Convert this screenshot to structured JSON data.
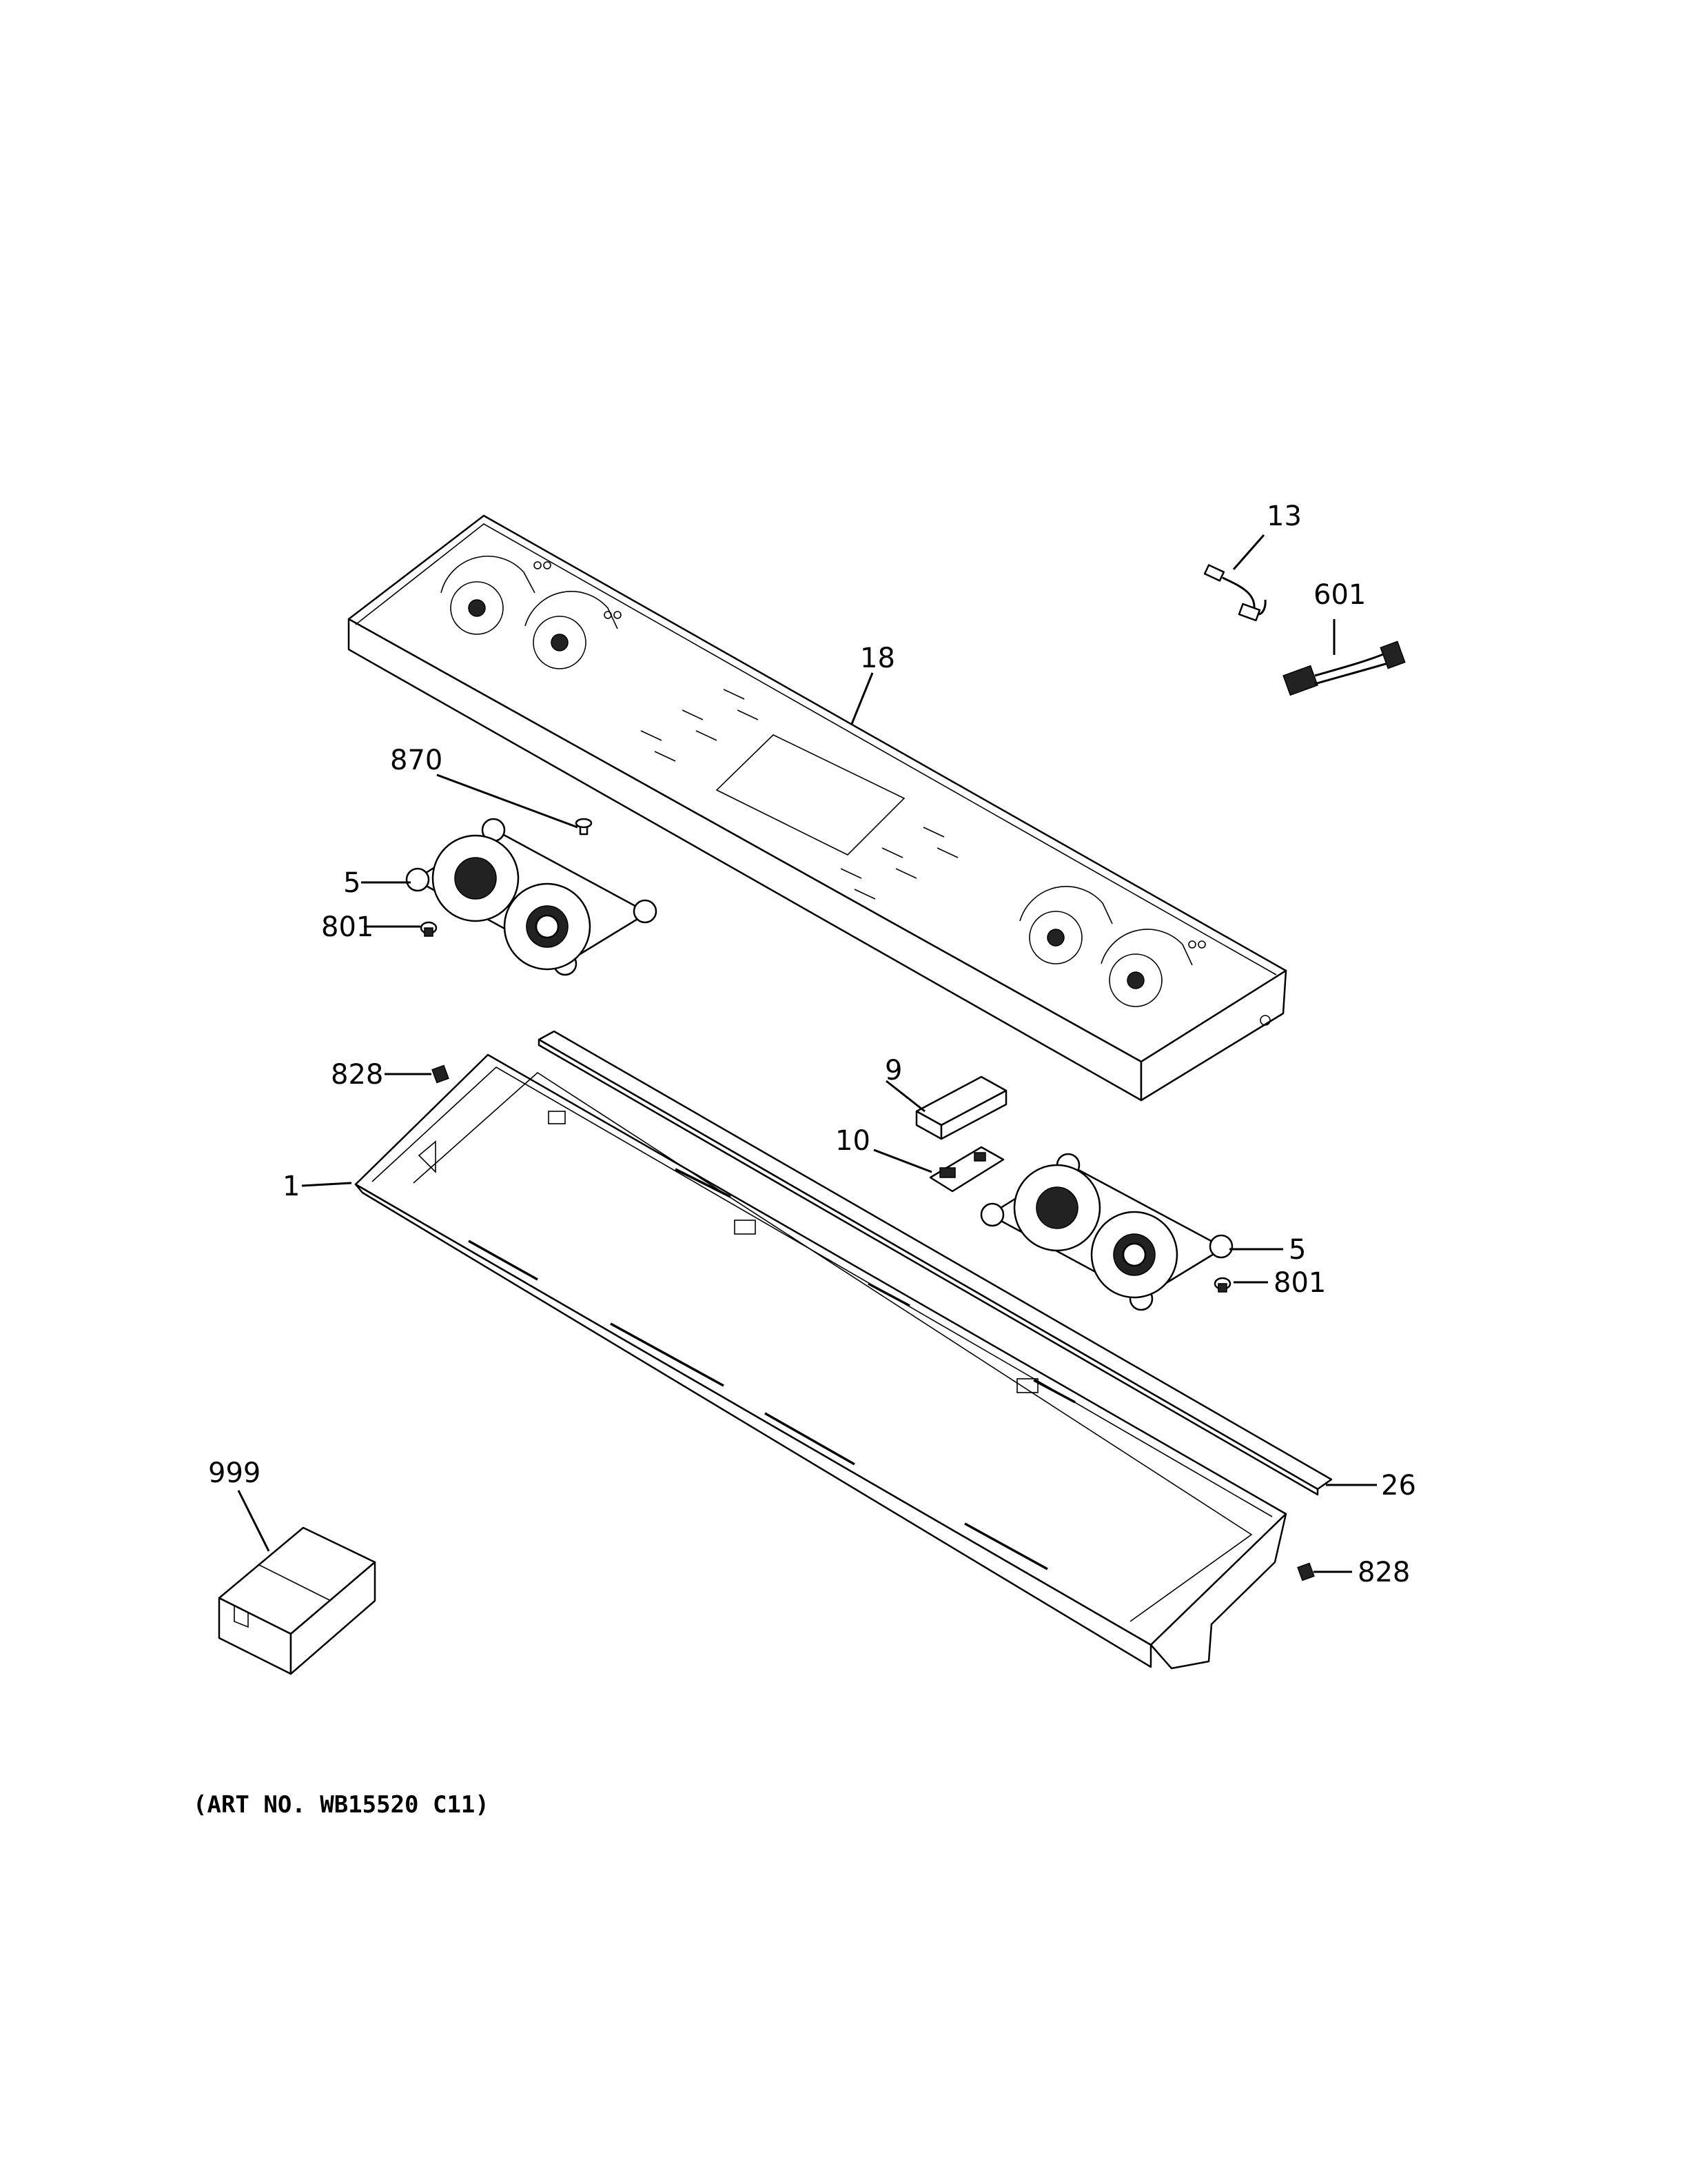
{
  "callouts": [
    {
      "id": "c13",
      "text": "13"
    },
    {
      "id": "c601",
      "text": "601"
    },
    {
      "id": "c18",
      "text": "18"
    },
    {
      "id": "c870",
      "text": "870"
    },
    {
      "id": "c5a",
      "text": "5"
    },
    {
      "id": "c801a",
      "text": "801"
    },
    {
      "id": "c828a",
      "text": "828"
    },
    {
      "id": "c9",
      "text": "9"
    },
    {
      "id": "c10",
      "text": "10"
    },
    {
      "id": "c1",
      "text": "1"
    },
    {
      "id": "c5b",
      "text": "5"
    },
    {
      "id": "c801b",
      "text": "801"
    },
    {
      "id": "c26",
      "text": "26"
    },
    {
      "id": "c999",
      "text": "999"
    },
    {
      "id": "c828b",
      "text": "828"
    }
  ],
  "caption": "(ART NO. WB15520 C11)"
}
